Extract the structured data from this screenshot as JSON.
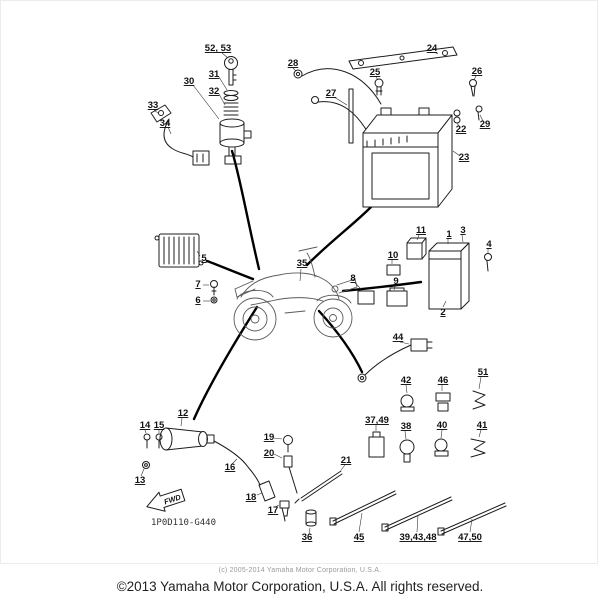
{
  "page": {
    "footer_small": "(c) 2005-2014 Yamaha Motor Corporation, U.S.A.",
    "footer_main": "©2013 Yamaha Motor Corporation, U.S.A. All rights reserved."
  },
  "diagram": {
    "code": "1P0D110-G440",
    "fwd_label": "FWD",
    "callouts": [
      "52, 53",
      "30",
      "31",
      "32",
      "33",
      "34",
      "28",
      "27",
      "25",
      "24",
      "26",
      "29",
      "22",
      "23",
      "5",
      "7",
      "6",
      "35",
      "8",
      "10",
      "9",
      "11",
      "1",
      "3",
      "2",
      "4",
      "44",
      "42",
      "46",
      "51",
      "12",
      "14",
      "15",
      "13",
      "16",
      "19",
      "20",
      "18",
      "17",
      "21",
      "37,49",
      "38",
      "40",
      "41",
      "36",
      "45",
      "39,43,48",
      "47,50"
    ]
  }
}
